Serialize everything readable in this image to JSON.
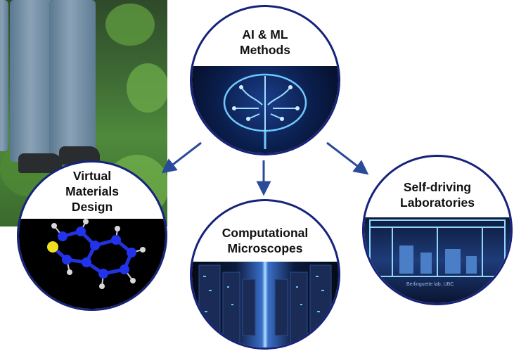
{
  "nodes": {
    "ai": {
      "label": "AI & ML\nMethods"
    },
    "virtual": {
      "label": "Virtual\nMaterials\nDesign"
    },
    "micro": {
      "label": "Computational\nMicroscopes"
    },
    "lab": {
      "label": "Self-driving\nLaboratories",
      "credit": "Berlinguette lab, UBC"
    }
  },
  "colors": {
    "border": "#16237a",
    "arrow": "#2a4a9a"
  }
}
